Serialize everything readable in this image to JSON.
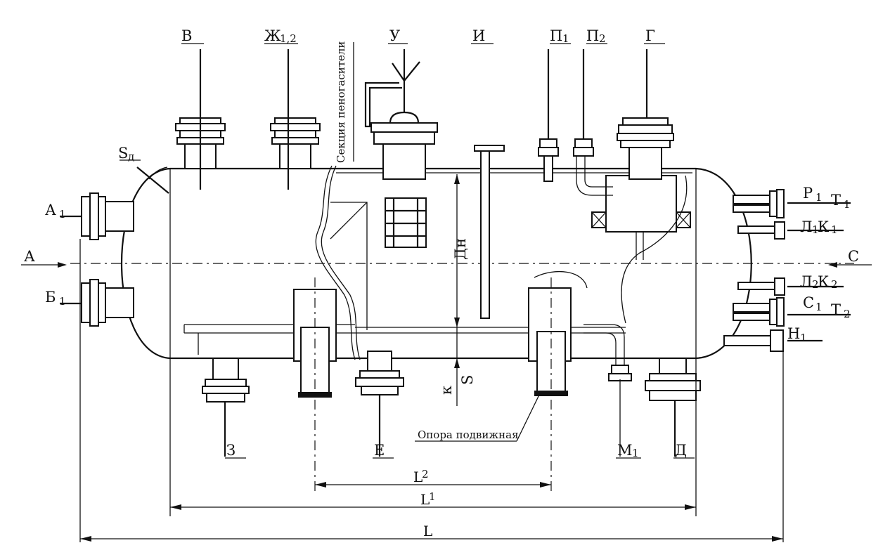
{
  "diagram": {
    "labels": {
      "V": "В",
      "Zh": "Ж",
      "Zh_sub": "1,2",
      "U": "У",
      "I": "И",
      "P1": "П",
      "P1_sub": "1",
      "P2": "П",
      "P2_sub": "2",
      "G": "Г",
      "S_wall": "S",
      "S_wall_sub": "д",
      "A1": "А",
      "A1_sub": "1",
      "A": "А",
      "B1": "Б",
      "B1_sub": "1",
      "C": "С",
      "R1": "Р",
      "R1_sub": "1",
      "T1": "Т",
      "T1_sub": "1",
      "L1K1": "Л",
      "L1K1_a": "1",
      "L1K1_b": "К",
      "L1K1_c": "1",
      "L2K2": "Л",
      "L2K2_a": "2",
      "L2K2_b": "К",
      "L2K2_c": "2",
      "C1": "С",
      "C1_sub": "1",
      "T2": "Т",
      "T2_sub": "2",
      "N1": "Н",
      "N1_sub": "1",
      "Z1": "З",
      "E1": "Е",
      "M1": "М",
      "M1_sub": "1",
      "D1": "Д",
      "Dn": "Дн",
      "S": "S",
      "K": "к",
      "section": "Секция пеногасители",
      "support": "Опора подвижная",
      "L2": "L",
      "L2_sub": "2",
      "L1dim": "L",
      "L1dim_sub": "1",
      "L": "L"
    }
  }
}
